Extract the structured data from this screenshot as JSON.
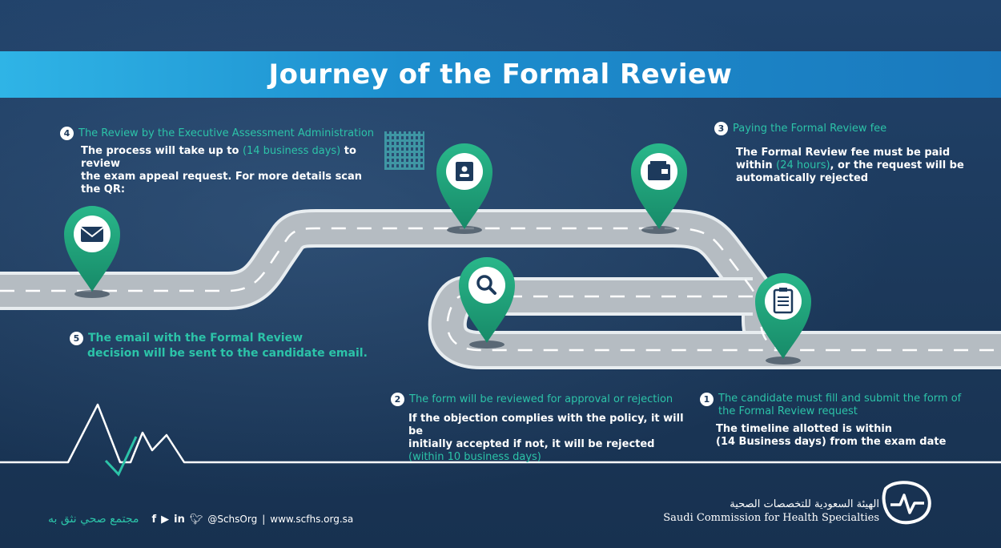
{
  "title": "Journey of the Formal Review",
  "steps": [
    {
      "num": "1",
      "head": "The candidate must fill and submit the form of the Formal Review request",
      "body1": "The timeline allotted is within",
      "body2": "(14 Business days) from the exam date"
    },
    {
      "num": "2",
      "head": "The form will be reviewed for approval or rejection",
      "body1": "If the objection complies with the policy, it will be",
      "body2": "initially accepted if not, it will be rejected",
      "body3": "(within 10 business days)"
    },
    {
      "num": "3",
      "head": "Paying the Formal Review fee",
      "body1": "The Formal Review fee must be paid",
      "body2a": "within ",
      "body2b": "(24 hours)",
      "body2c": ", or the request will be",
      "body3": "automatically rejected"
    },
    {
      "num": "4",
      "head": "The Review by the Executive Assessment Administration",
      "body1a": "The process will take up to ",
      "body1b": "(14 business days)",
      "body1c": " to review",
      "body2": "the exam appeal request. For more details scan the QR:"
    },
    {
      "num": "5",
      "head1": "The email with the Formal Review",
      "head2": "decision will be sent to the candidate email."
    }
  ],
  "footer": {
    "arabic_tagline": "مجتمع صحي نثق به",
    "handle": "@SchsOrg",
    "separator": "|",
    "website": "www.scfhs.org.sa"
  },
  "org": {
    "arabic_name": "الهيئة السعودية للتخصصات الصحية",
    "english_name": "Saudi Commission for Health Specialties"
  },
  "icons": [
    "envelope-icon",
    "id-card-icon",
    "wallet-icon",
    "search-icon",
    "clipboard-icon",
    "facebook-icon",
    "youtube-icon",
    "linkedin-icon",
    "twitter-icon"
  ],
  "colors": {
    "background": "#1d3a5c",
    "accent": "#2cc3a8",
    "title_band": "#1d8fcf",
    "pin": "#1ea67c",
    "road": "#b8bec3"
  }
}
